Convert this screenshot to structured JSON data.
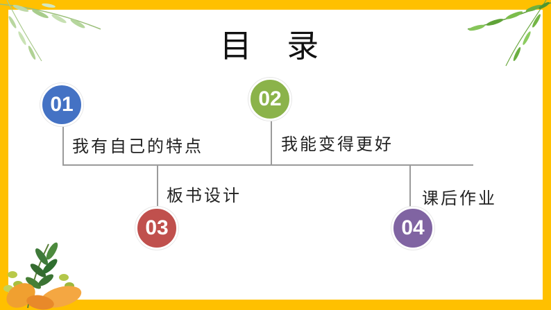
{
  "slide": {
    "title": "目 录",
    "items": [
      {
        "number": "01",
        "label": "我有自己的特点",
        "color": "#4472C4"
      },
      {
        "number": "02",
        "label": "我能变得更好",
        "color": "#8BB34A"
      },
      {
        "number": "03",
        "label": "板书设计",
        "color": "#C0504D"
      },
      {
        "number": "04",
        "label": "课后作业",
        "color": "#8064A2"
      }
    ]
  },
  "theme": {
    "frame_color": "#FFC000",
    "background": "#FFFFFF",
    "decoration_icons": [
      "willow-leaves-icon",
      "autumn-leaves-icon"
    ]
  }
}
